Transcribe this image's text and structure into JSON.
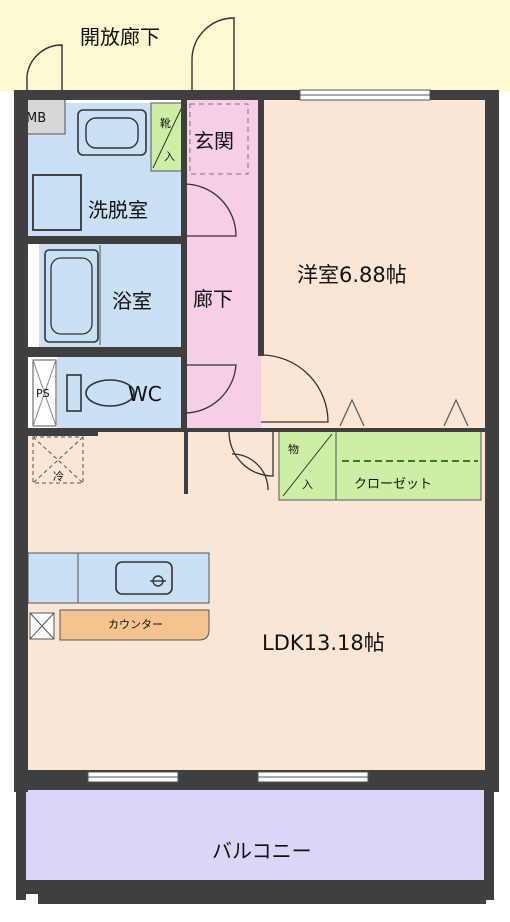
{
  "labels": {
    "open_corridor": "開放廊下",
    "mb": "MB",
    "shoe_storage": "靴/入",
    "entrance": "玄関",
    "washroom": "洗脱室",
    "bathroom": "浴室",
    "hallway": "廊下",
    "western_room": "洋室6.88帖",
    "ps": "PS",
    "wc": "WC",
    "storage": "物/入",
    "closet": "クローゼット",
    "fridge_mark": "冷",
    "counter": "カウンター",
    "ldk": "LDK13.18帖",
    "balcony": "バルコニー"
  },
  "colors": {
    "wall": "#3f3f3f",
    "corridor": "#fdf9d2",
    "water_area": "#c9e0f5",
    "entrance_hall": "#f8cde6",
    "living_rooms": "#fbe6d5",
    "storage": "#cdeea5",
    "balcony": "#ddd5f5",
    "counter": "#f4c38f"
  }
}
